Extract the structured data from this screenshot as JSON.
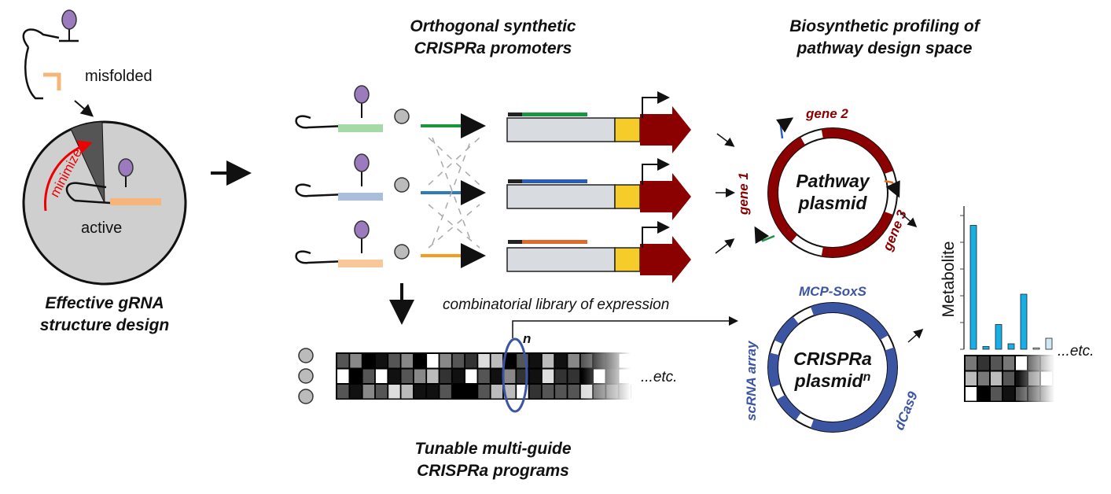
{
  "titles": {
    "structure": [
      "Effective gRNA",
      "structure design"
    ],
    "promoters": [
      "Orthogonal synthetic",
      "CRISPRa promoters"
    ],
    "profiling": [
      "Biosynthetic profiling of",
      "pathway design space"
    ],
    "programs": [
      "Tunable multi-guide",
      "CRISPRa programs"
    ]
  },
  "pie": {
    "misfolded": "misfolded",
    "active": "active",
    "minimize": "minimize"
  },
  "library": {
    "caption": "combinatorial library of expression",
    "n_label": "n",
    "etc": "...etc."
  },
  "pathway_plasmid": {
    "center": [
      "Pathway",
      "plasmid"
    ],
    "genes": [
      "gene 1",
      "gene 2",
      "gene 3"
    ]
  },
  "crispra_plasmid": {
    "center": [
      "CRISPRa",
      "plasmid"
    ],
    "superscript": "n",
    "labels": [
      "MCP-SoxS",
      "scRNA array",
      "dCas9"
    ]
  },
  "metabolite": {
    "ylabel": "Metabolite",
    "etc": "...etc."
  },
  "colors": {
    "green": "#1a9641",
    "blue": "#2b7bbd",
    "orange": "#f39c1e",
    "darkred": "#8b0000",
    "plasmid_blue": "#3b55a3",
    "bar": "#18aee6"
  }
}
